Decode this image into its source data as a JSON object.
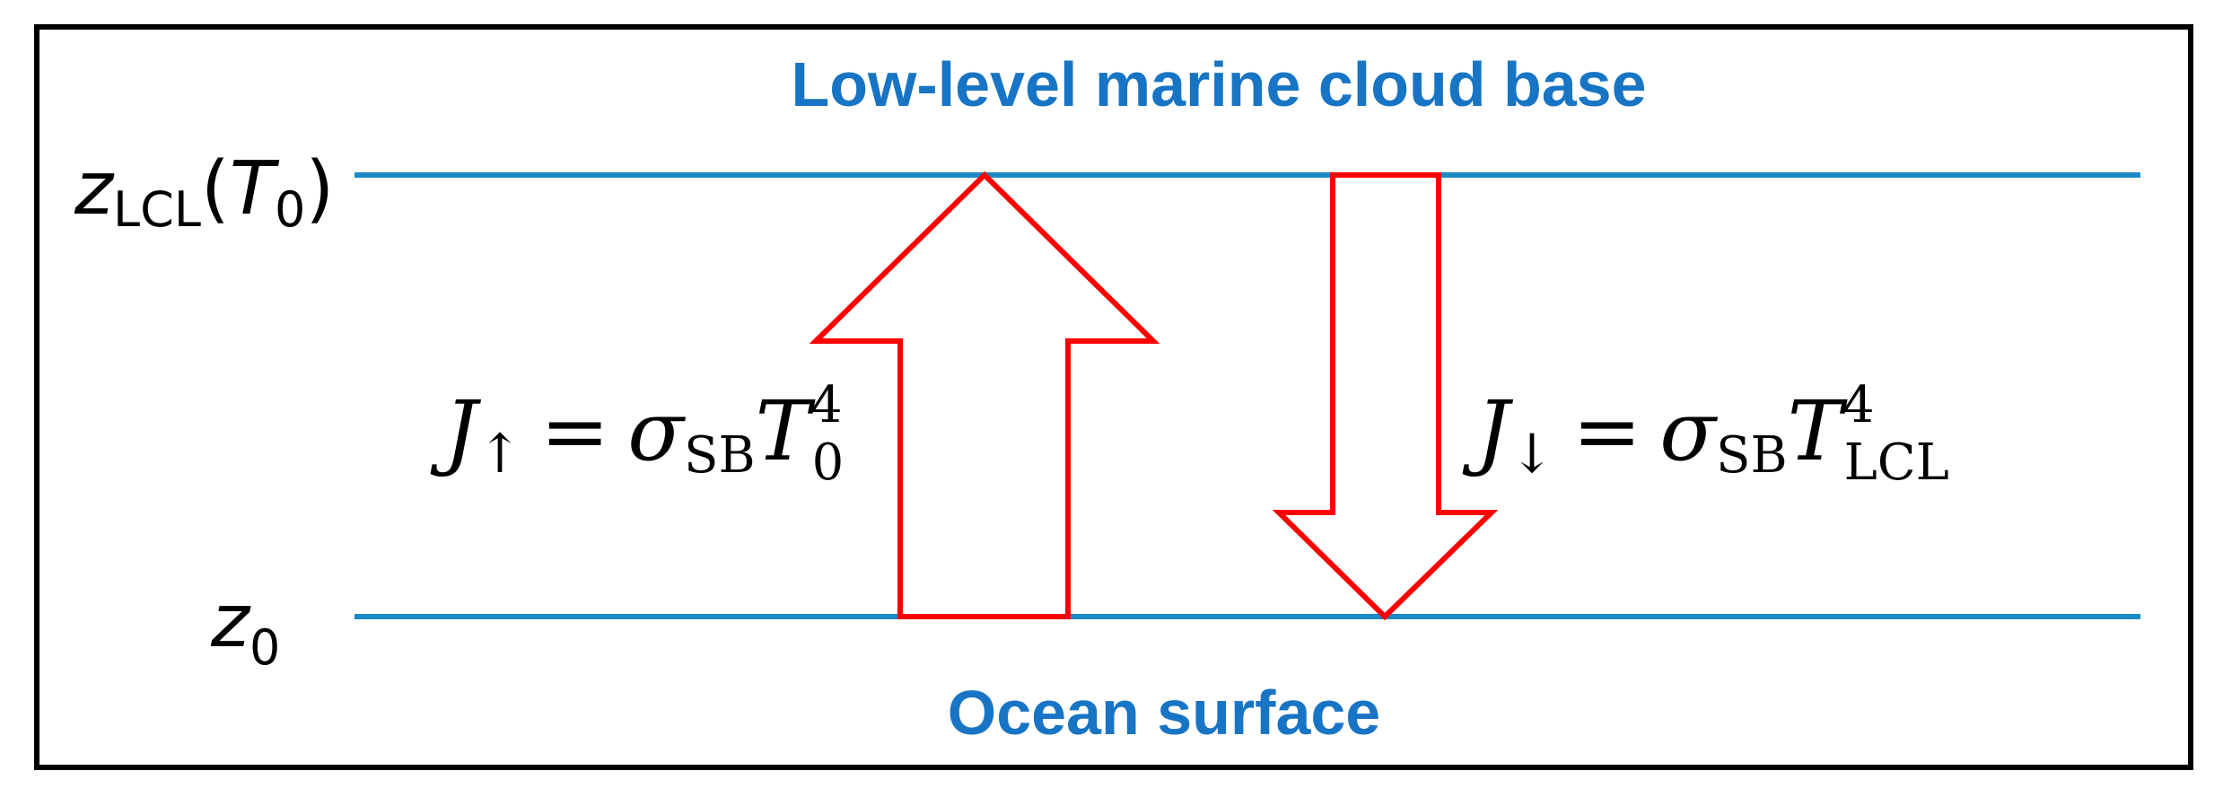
{
  "colors": {
    "frame": "#000000",
    "level_line": "#1a8ac4",
    "label_text": "#1874c4",
    "arrow": "#ff0000",
    "axis_text": "#000000"
  },
  "top_label": "Low-level marine cloud base",
  "bottom_label": "Ocean surface",
  "upper_level": {
    "symbol": "z",
    "subscript": "LCL",
    "argument_open": "(",
    "argument_symbol": "T",
    "argument_subscript": "0",
    "argument_close": ")"
  },
  "lower_level": {
    "symbol": "z",
    "subscript": "0"
  },
  "upward_flux": {
    "symbol": "J",
    "arrow_subscript": "↑",
    "equals": "=",
    "sigma": "σ",
    "sigma_subscript": "SB",
    "temperature": "T",
    "temperature_subscript": "0",
    "exponent": "4"
  },
  "downward_flux": {
    "symbol": "J",
    "arrow_subscript": "↓",
    "equals": "=",
    "sigma": "σ",
    "sigma_subscript": "SB",
    "temperature": "T",
    "temperature_subscript": "LCL",
    "exponent": "4"
  },
  "icons": {
    "up_arrow": "upward-flux-arrow-icon",
    "down_arrow": "downward-flux-arrow-icon"
  }
}
